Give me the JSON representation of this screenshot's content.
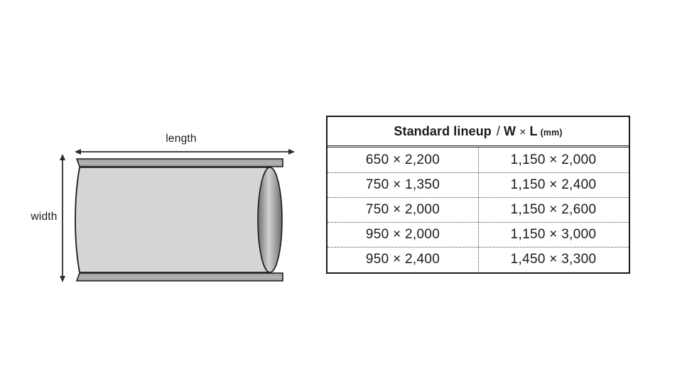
{
  "diagram": {
    "name": "material-roll-diagram",
    "length_label": "length",
    "width_label": "width",
    "colors": {
      "body_fill": "#d5d5d5",
      "edge_strip": "#a9a9a9",
      "outline": "#1a1a1a",
      "cap_dark": "#6f6f6f",
      "cap_light": "#d8d8d8"
    }
  },
  "table": {
    "name": "standard-lineup-table",
    "header": {
      "main": "Standard lineup",
      "separator": "/",
      "w": "W",
      "times": "×",
      "l": "L",
      "unit": "(mm)"
    },
    "rows": [
      {
        "left": "650 × 2,200",
        "right": "1,150 × 2,000"
      },
      {
        "left": "750 × 1,350",
        "right": "1,150 × 2,400"
      },
      {
        "left": "750 × 2,000",
        "right": "1,150 × 2,600"
      },
      {
        "left": "950 × 2,000",
        "right": "1,150 × 3,000"
      },
      {
        "left": "950 × 2,400",
        "right": "1,450 × 3,300"
      }
    ]
  }
}
